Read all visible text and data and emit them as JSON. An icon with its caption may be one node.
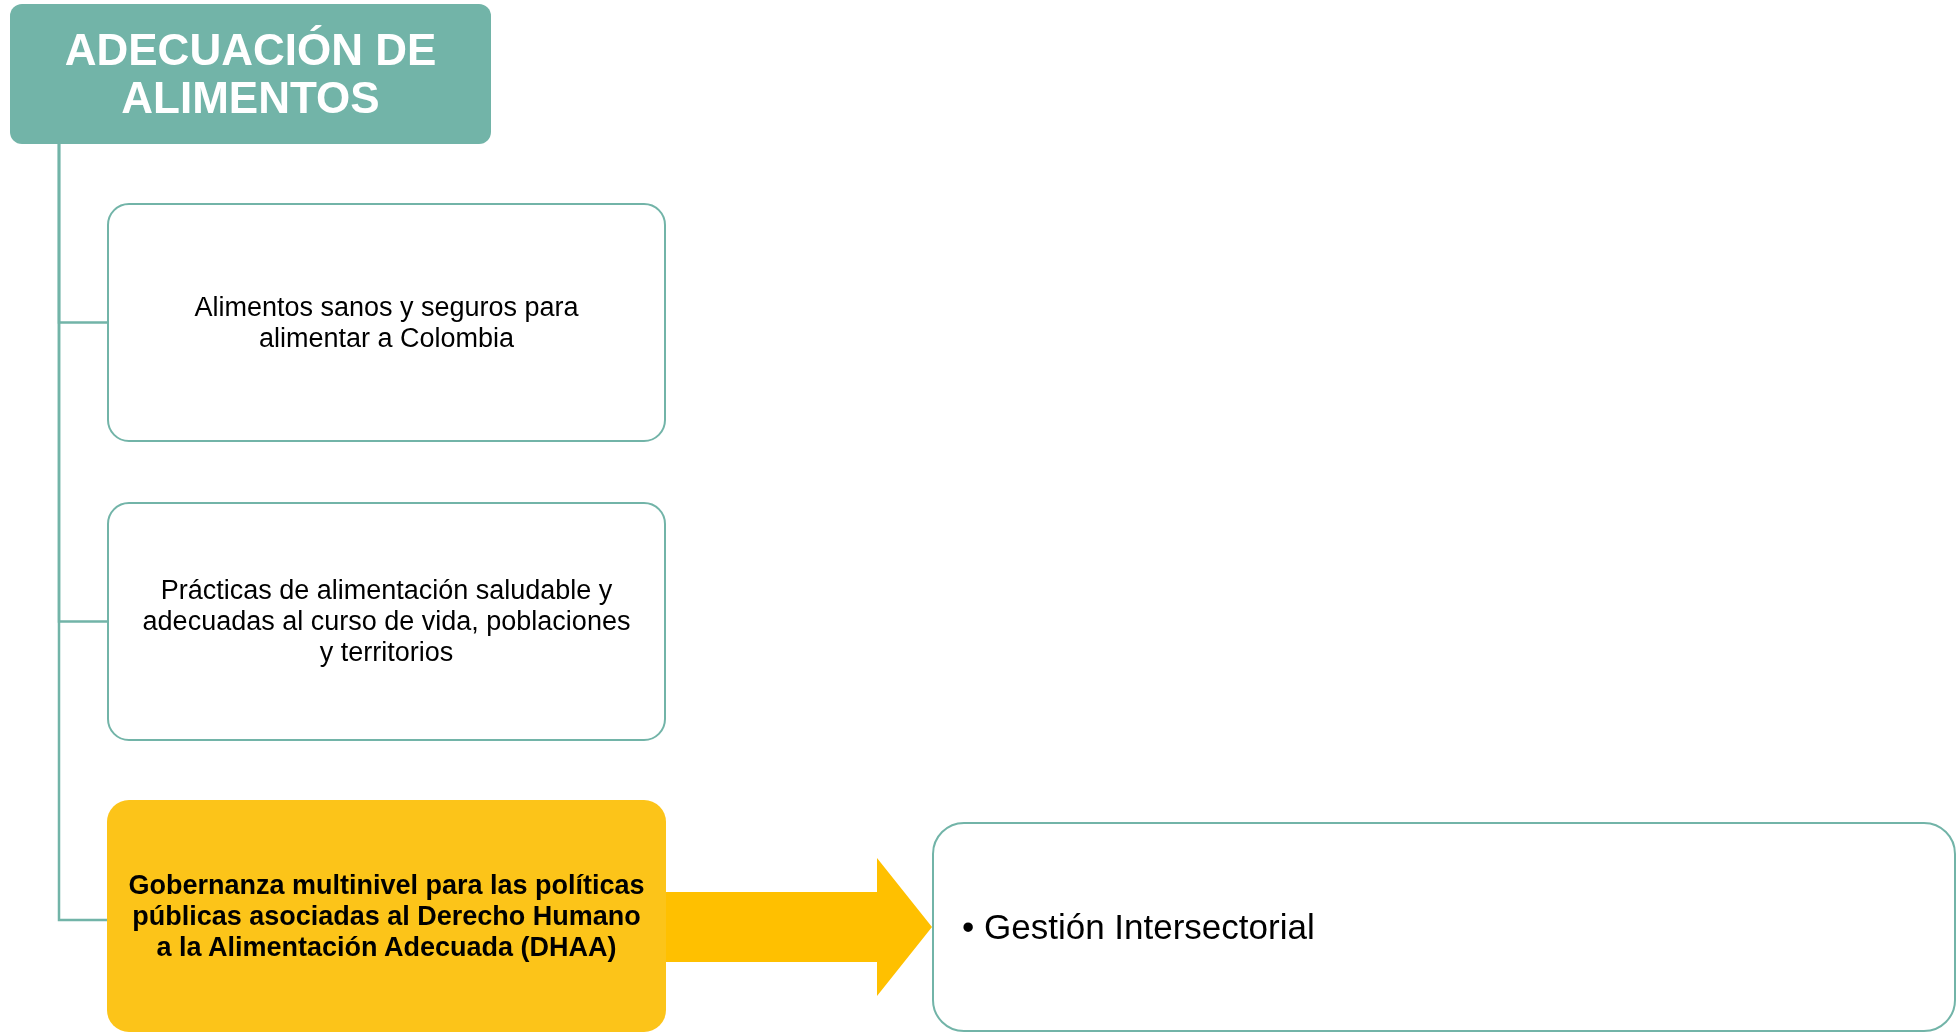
{
  "diagram": {
    "nodes": [
      {
        "text": [
          "ADECUACIÓN DE ALIMENTOS"
        ]
      },
      {
        "text": [
          "Alimentos sanos y seguros para alimentar a Colombia"
        ]
      },
      {
        "text": [
          "Prácticas de alimentación saludable y adecuadas al curso de vida, poblaciones y territorios"
        ]
      },
      {
        "text": [
          "Gobernanza multinivel para las políticas públicas asociadas al Derecho Humano a la Alimentación Adecuada (DHAA)"
        ]
      },
      {
        "text": [
          "• Gestión Intersectorial"
        ]
      }
    ],
    "edges": [
      {
        "from": 0,
        "to": 1,
        "arrow": "none"
      },
      {
        "from": 0,
        "to": 2,
        "arrow": "none"
      },
      {
        "from": 0,
        "to": 3,
        "arrow": "none"
      },
      {
        "from": 3,
        "to": 4,
        "arrow": "to",
        "style": "thick",
        "color": "#ffc000"
      }
    ]
  }
}
